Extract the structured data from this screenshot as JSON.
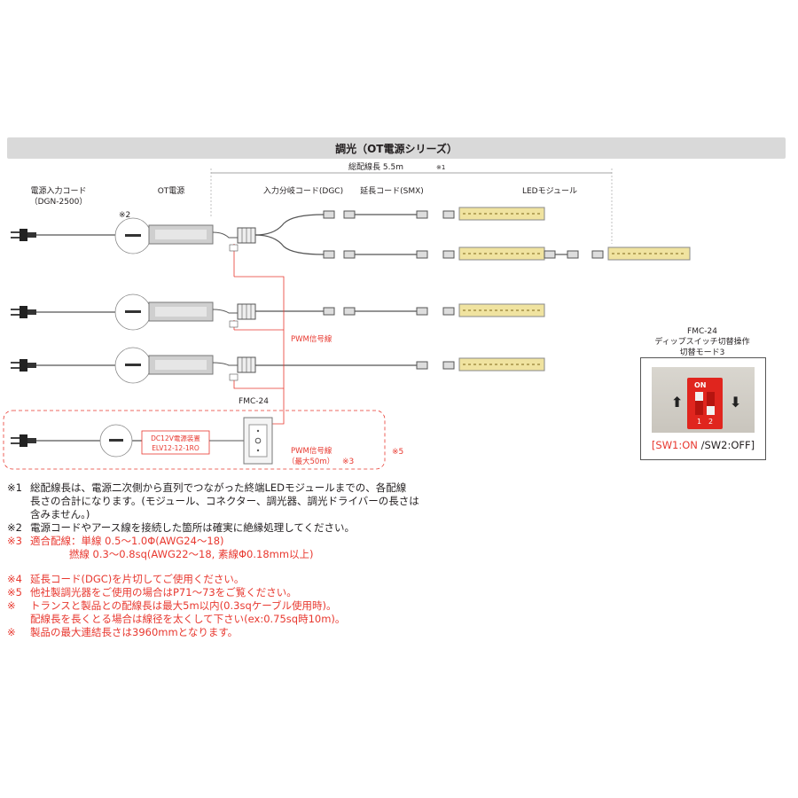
{
  "title": "調光（OT電源シリーズ）",
  "labels": {
    "total_length": "総配線長 5.5m",
    "total_length_mark": "※1",
    "power_cord": "電源入力コード",
    "power_cord_model": "（DGN-2500）",
    "mark2": "※2",
    "ot_power": "OT電源",
    "input_branch": "入力分岐コード(DGC)",
    "extension": "延長コード(SMX)",
    "led_module": "LEDモジュール",
    "pwm_line": "PWM信号線",
    "fmc": "FMC-24",
    "dc12_line1": "DC12V電源装置",
    "dc12_line2": "ELV12-12-1RO",
    "pwm_line2": "PWM信号線",
    "pwm_max": "（最大50m）",
    "mark3": "※3",
    "mark5": "※5"
  },
  "inset": {
    "model": "FMC-24",
    "line1": "ディップスイッチ切替操作",
    "line2": "切替モード3",
    "switch_on": "ON",
    "sw_num1": "1",
    "sw_num2": "2",
    "up_arrow": "⬆",
    "down_arrow": "⬇",
    "label_open": "[",
    "label_sw1": "SW1:ON",
    "label_sw2": " /SW2:OFF]"
  },
  "notes": [
    {
      "mark": "※1",
      "text": "総配線長は、電源二次側から直列でつながった終端LEDモジュールまでの、各配線"
    },
    {
      "mark": "",
      "text": "長さの合計になります。(モジュール、コネクター、調光器、調光ドライバーの長さは"
    },
    {
      "mark": "",
      "text": "含みません。)"
    },
    {
      "mark": "※2",
      "text": "電源コードやアース線を接続した箇所は確実に絶縁処理してください。"
    },
    {
      "mark": "※3",
      "text": "適合配線：単線 0.5～1.0Φ(AWG24～18)"
    },
    {
      "mark": "",
      "text": "            撚線 0.3～0.8sq(AWG22～18, 素線Φ0.18mm以上)"
    },
    {
      "mark": "※4",
      "text": "延長コード(DGC)を片切してご使用ください。"
    },
    {
      "mark": "※5",
      "text": "他社製調光器をご使用の場合はP71～73をご覧ください。"
    },
    {
      "mark": "※",
      "text": "トランスと製品との配線長は最大5m以内(0.3sqケーブル使用時)。"
    },
    {
      "mark": "",
      "text": "配線長を長くとる場合は線径を太くして下さい(ex:0.75sq時10m)。"
    },
    {
      "mark": "※",
      "text": "製品の最大連結長さは3960mmとなります。"
    }
  ],
  "colors": {
    "accent_red": "#e8382f",
    "title_bg": "#d9d9d9",
    "led_yellow": "#f0e3a0",
    "dip_red": "#e0251e"
  }
}
